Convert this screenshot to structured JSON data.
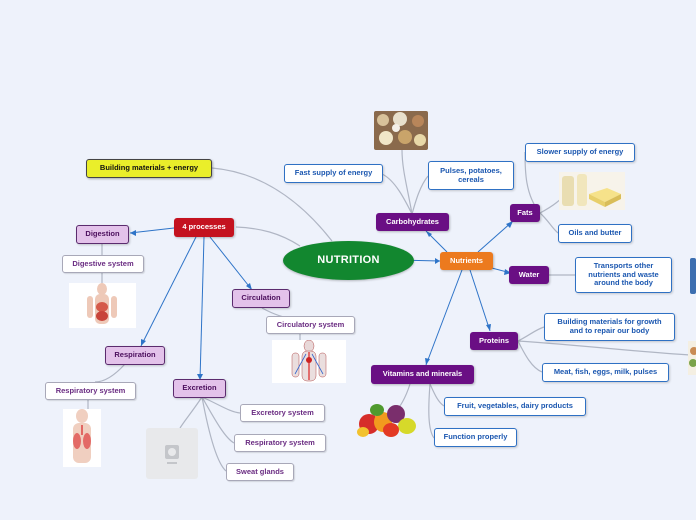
{
  "root": {
    "label": "NUTRITION"
  },
  "nutrients": {
    "label": "Nutrients",
    "carbohydrates": {
      "label": "Carbohydrates",
      "children": [
        "Fast supply of energy",
        "Pulses, potatoes, cereals"
      ]
    },
    "fats": {
      "label": "Fats",
      "children": [
        "Slower supply of energy",
        "Oils and butter"
      ]
    },
    "water": {
      "label": "Water",
      "children": [
        "Transports other nutrients and waste around the body"
      ]
    },
    "proteins": {
      "label": "Proteins",
      "children": [
        "Building materials for growth and to repair our body",
        "Meat, fish, eggs, milk, pulses"
      ]
    },
    "vitamins": {
      "label": "Vitamins and minerals",
      "children": [
        "Fruit, vegetables, dairy products",
        "Function properly"
      ]
    }
  },
  "processes": {
    "label": "4 processes",
    "extra": "Building materials + energy",
    "digestion": {
      "label": "Digestion",
      "child": "Digestive system"
    },
    "circulation": {
      "label": "Circulation",
      "child": "Circulatory system"
    },
    "respiration": {
      "label": "Respiration",
      "child": "Respiratory system"
    },
    "excretion": {
      "label": "Excretion",
      "children": [
        "Excretory system",
        "Respiratory system",
        "Sweat glands"
      ]
    }
  },
  "icons": {
    "food": "grains-and-potatoes-image",
    "dairy": "butter-and-oil-image",
    "fruit": "fruits-and-vegetables-image",
    "digestive": "digestive-system-image",
    "circulatory": "circulatory-system-image",
    "respiratory": "lungs-image",
    "placeholder": "image-placeholder-icon"
  },
  "colors": {
    "root": "#12872f",
    "nutrients": "#ec7a1e",
    "processes": "#c4121f",
    "category": "#6a0f84",
    "subprocess": "#e3c2ea",
    "highlight": "#eaee2a",
    "detail_border": "#2f71c4"
  }
}
